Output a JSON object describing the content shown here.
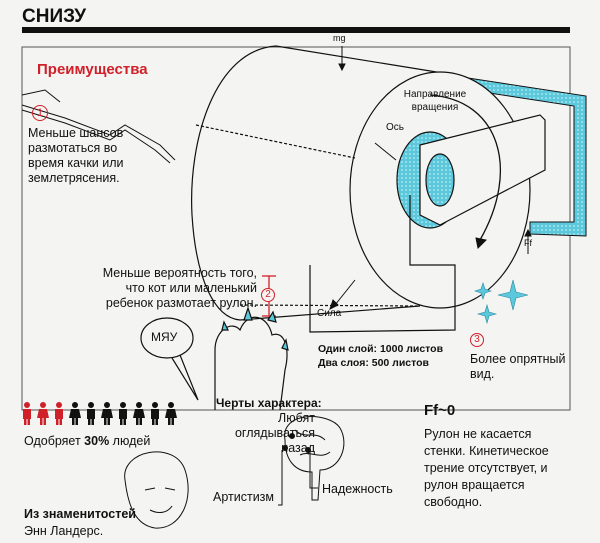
{
  "header": {
    "title": "СНИЗУ"
  },
  "diagram": {
    "advantages_title": "Преимущества",
    "labels": {
      "mg": "mg",
      "rotation_direction": "Направление вращения",
      "axis": "Ось",
      "ff": "Ff",
      "force": "Сила",
      "meow": "МЯУ",
      "sheets": "Один слой: 1000 листов\nДва слоя: 500 листов"
    },
    "points": [
      {
        "number": "1",
        "text": "Меньше шансов размотаться во время качки или землетрясения."
      },
      {
        "number": "2",
        "text": "Меньше вероятность того, что кот или маленький ребенок размотает рулон."
      },
      {
        "number": "3",
        "text": "Более опрятный вид."
      }
    ]
  },
  "approval": {
    "people_total": 10,
    "people_highlighted": 3,
    "text_prefix": "Одобряет ",
    "percent": "30%",
    "text_suffix": " людей"
  },
  "traits": {
    "title": "Черты характера:",
    "items": [
      "Любят оглядываться назад",
      "Артистизм",
      "Надежность"
    ]
  },
  "celebrity": {
    "title": "Из знаменитостей",
    "name": "Энн Ландерс."
  },
  "friction": {
    "formula": "Ff~0",
    "text": "Рулон не касается стенки. Кинетическое трение отсутствует, и рулон вращается свободно."
  },
  "colors": {
    "accent": "#d0202a",
    "cyan": "#5cc8dc",
    "ink": "#111111"
  }
}
